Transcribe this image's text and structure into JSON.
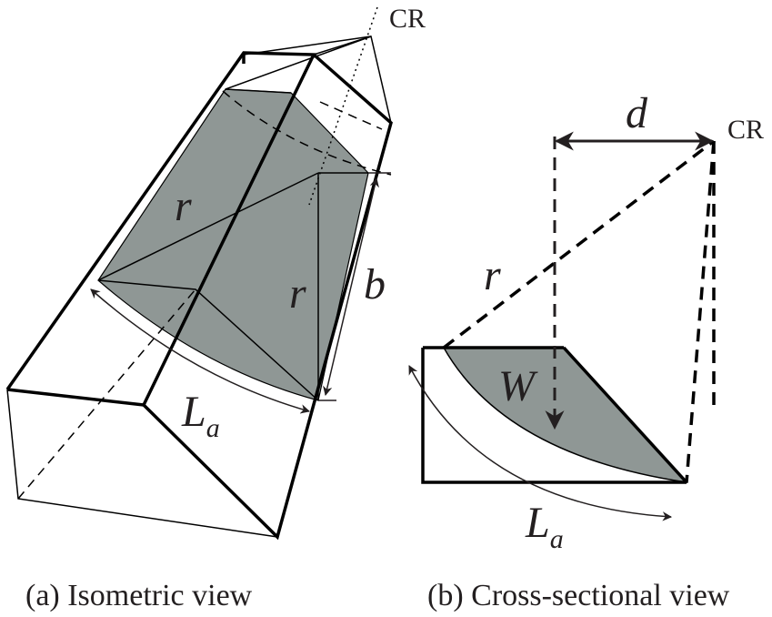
{
  "figure_a": {
    "cr_label": "CR",
    "r_label_1": "r",
    "r_label_2": "r",
    "b_label": "b",
    "la_main": "L",
    "la_sub": "a",
    "caption": "(a)  Isometric view"
  },
  "figure_b": {
    "cr_label": "CR",
    "d_label": "d",
    "r_label": "r",
    "w_label": "W",
    "la_main": "L",
    "la_sub": "a",
    "caption": "(b)  Cross-sectional view"
  },
  "colors": {
    "shaded_region": "#8f9795",
    "line": "#000000",
    "arrow": "#231f20"
  }
}
